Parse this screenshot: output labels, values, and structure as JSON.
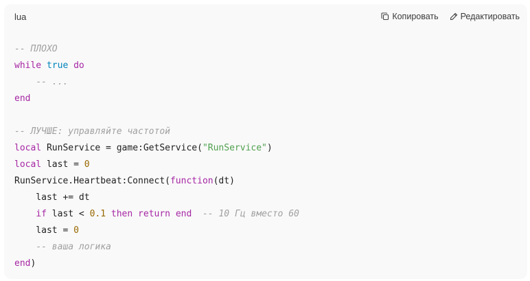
{
  "code_card": {
    "language": "lua",
    "copy_label": "Копировать",
    "edit_label": "Редактировать",
    "copy_icon": "copy-icon",
    "edit_icon": "pencil-icon"
  },
  "code_lines": [
    [
      {
        "t": "comment",
        "v": "-- ПЛОХО"
      }
    ],
    [
      {
        "t": "keyword",
        "v": "while"
      },
      {
        "t": "plain",
        "v": " "
      },
      {
        "t": "builtin",
        "v": "true"
      },
      {
        "t": "plain",
        "v": " "
      },
      {
        "t": "keyword",
        "v": "do"
      }
    ],
    [
      {
        "t": "plain",
        "v": "    "
      },
      {
        "t": "comment",
        "v": "-- ..."
      }
    ],
    [
      {
        "t": "keyword",
        "v": "end"
      }
    ],
    [],
    [
      {
        "t": "comment",
        "v": "-- ЛУЧШЕ: управляйте частотой"
      }
    ],
    [
      {
        "t": "keyword",
        "v": "local"
      },
      {
        "t": "plain",
        "v": " RunService = game:GetService("
      },
      {
        "t": "string",
        "v": "\"RunService\""
      },
      {
        "t": "plain",
        "v": ")"
      }
    ],
    [
      {
        "t": "keyword",
        "v": "local"
      },
      {
        "t": "plain",
        "v": " last = "
      },
      {
        "t": "number",
        "v": "0"
      }
    ],
    [
      {
        "t": "plain",
        "v": "RunService.Heartbeat:Connect("
      },
      {
        "t": "keyword",
        "v": "function"
      },
      {
        "t": "plain",
        "v": "(dt)"
      }
    ],
    [
      {
        "t": "plain",
        "v": "    last += dt"
      }
    ],
    [
      {
        "t": "plain",
        "v": "    "
      },
      {
        "t": "keyword",
        "v": "if"
      },
      {
        "t": "plain",
        "v": " last < "
      },
      {
        "t": "number",
        "v": "0.1"
      },
      {
        "t": "plain",
        "v": " "
      },
      {
        "t": "keyword",
        "v": "then"
      },
      {
        "t": "plain",
        "v": " "
      },
      {
        "t": "keyword",
        "v": "return"
      },
      {
        "t": "plain",
        "v": " "
      },
      {
        "t": "keyword",
        "v": "end"
      },
      {
        "t": "plain",
        "v": "  "
      },
      {
        "t": "comment",
        "v": "-- 10 Гц вместо 60"
      }
    ],
    [
      {
        "t": "plain",
        "v": "    last = "
      },
      {
        "t": "number",
        "v": "0"
      }
    ],
    [
      {
        "t": "plain",
        "v": "    "
      },
      {
        "t": "comment",
        "v": "-- ваша логика"
      }
    ],
    [
      {
        "t": "keyword",
        "v": "end"
      },
      {
        "t": "plain",
        "v": ")"
      }
    ]
  ]
}
